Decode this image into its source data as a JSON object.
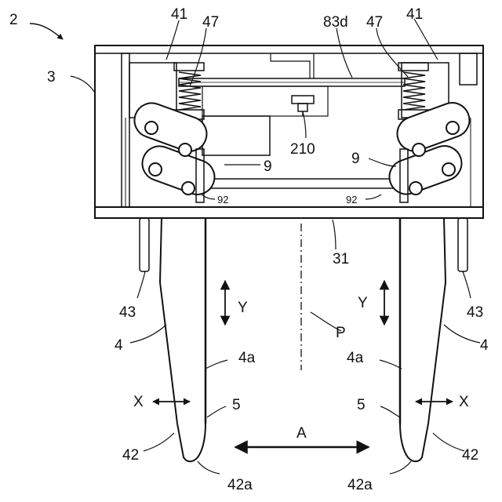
{
  "figure": {
    "ref_device": "2",
    "ref_housing": "3",
    "ref_guide_left": "41",
    "ref_guide_right": "41",
    "ref_spring_left": "47",
    "ref_spring_right": "47",
    "ref_rod": "83d",
    "ref_sensor": "210",
    "ref_link_left": "9",
    "ref_link_right": "9",
    "ref_stopper_left": "92",
    "ref_stopper_right": "92",
    "ref_bottom_plate": "31",
    "ref_pin_left": "43",
    "ref_pin_right": "43",
    "ref_finger_left": "4",
    "ref_finger_right": "4",
    "ref_inner_face_left": "4a",
    "ref_inner_face_right": "4a",
    "ref_pad_left": "5",
    "ref_pad_right": "5",
    "ref_tip_left": "42",
    "ref_tip_right": "42",
    "ref_tip_end_left": "42a",
    "ref_tip_end_right": "42a",
    "ref_center_plane": "P",
    "dir_y_left": "Y",
    "dir_y_right": "Y",
    "dir_x_left": "X",
    "dir_x_right": "X",
    "dir_a": "A"
  },
  "colors": {
    "line": "#111111",
    "background": "#ffffff"
  }
}
